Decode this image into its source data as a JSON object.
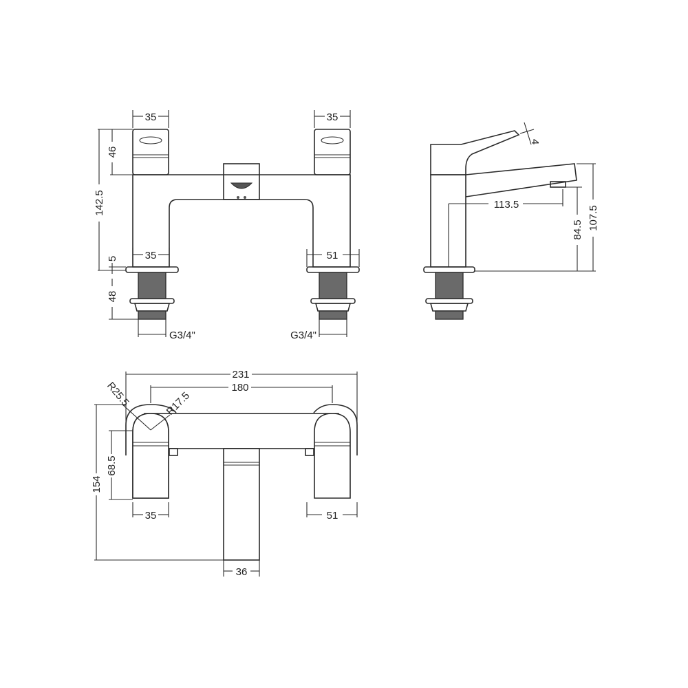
{
  "drawing": {
    "title": "Bath filler tap technical drawing",
    "units": "mm",
    "line_color": "#2b2b2b",
    "background": "#ffffff"
  },
  "front_view": {
    "handle_width_left": "35",
    "handle_width_right": "35",
    "handle_height": "46",
    "overall_height": "142.5",
    "leg_width_left": "35",
    "base_width_right": "51",
    "base_plate_thickness": "5",
    "shank_length": "48",
    "thread_left": "G3/4\"",
    "thread_right": "G3/4\""
  },
  "side_view": {
    "lever_dim": "4",
    "spout_reach": "113.5",
    "spout_outlet_height": "84.5",
    "spout_top_height": "107.5"
  },
  "top_view": {
    "overall_width": "231",
    "centres": "180",
    "outer_radius": "R25.5",
    "inner_radius": "R17.5",
    "handle_depth": "68.5",
    "overall_depth": "154",
    "handle_width_left": "35",
    "base_width_right": "51",
    "spout_width": "36"
  }
}
